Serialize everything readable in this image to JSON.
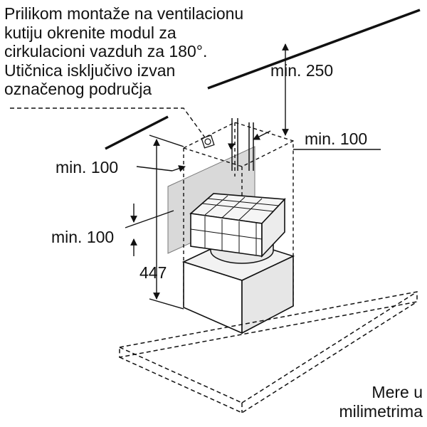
{
  "instruction_note": {
    "lines": [
      "Prilikom montaže na ventilacionu",
      "kutiju okrenite modul za",
      "cirkulacioni vazduh za 180°.",
      "Utičnica isključivo izvan",
      "označenog područja"
    ]
  },
  "dimensions": {
    "top_clearance": "min. 250",
    "right_clearance": "min. 100",
    "left_clearance": "min. 100",
    "depth_clearance": "min. 100",
    "height": "447"
  },
  "units_note": {
    "lines": [
      "Mere u",
      "milimetrima"
    ]
  },
  "colors": {
    "line": "#111111",
    "socket_zone_fill": "#d9d9d9",
    "duct_box_fill": "#e6e6e6",
    "box_light": "#f2f2f2",
    "filter_fill": "#f5f5f5",
    "background": "#ffffff"
  },
  "icons": [
    "socket-icon"
  ]
}
